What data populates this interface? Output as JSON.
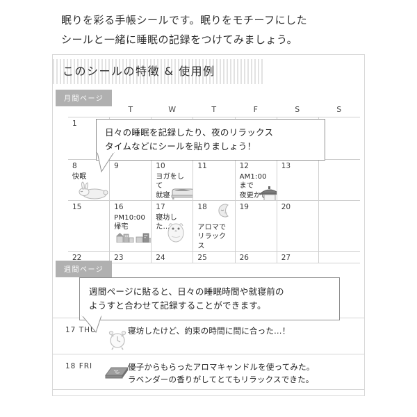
{
  "intro": {
    "line1": "眠りを彩る手帳シールです。眠りをモチーフにした",
    "line2": "シールと一緒に睡眠の記録をつけてみましょう。"
  },
  "panel": {
    "title": "このシールの特徴 & 使用例",
    "badges": {
      "monthly": "月間ページ",
      "weekly": "週間ページ"
    }
  },
  "calendar": {
    "weekday_headers": [
      "",
      "T",
      "W",
      "T",
      "F",
      "S",
      "S"
    ],
    "rows": [
      {
        "days": [
          "1",
          "",
          "",
          "",
          "",
          "",
          ""
        ]
      },
      {
        "days": [
          "8",
          "9",
          "10",
          "11",
          "12",
          "13",
          ""
        ]
      },
      {
        "days": [
          "15",
          "16",
          "17",
          "18",
          "19",
          "20",
          ""
        ]
      },
      {
        "days": [
          "22",
          "23",
          "24",
          "25",
          "26",
          "27",
          ""
        ]
      }
    ],
    "notes": {
      "d8": "快眠",
      "d10_l1": "ヨガをして",
      "d10_l2": "就寝",
      "d12_l1": "AM1:00 まで",
      "d12_l2": "夜更かし",
      "d16_l1": "PM10:00",
      "d16_l2": "帰宅",
      "d17": "寝坊した…",
      "d18_l1": "アロマで",
      "d18_l2": "リラックス"
    },
    "stickers": {
      "rabbit": "sleeping-rabbit-sticker",
      "bed": "bed-sticker",
      "lamp": "lantern-sticker",
      "buildings": "cityscape-sticker",
      "owl": "owl-sticker",
      "moon": "sleeping-moon-sticker"
    }
  },
  "bubbles": {
    "monthly_l1": "日々の睡眠を記録したり、夜のリラックス",
    "monthly_l2": "タイムなどにシールを貼りましょう！",
    "weekly_l1": "週間ページに貼ると、日々の睡眠時間や就寝前の",
    "weekly_l2": "ようすと合わせて記録することができます。"
  },
  "weekly": {
    "rows": [
      {
        "date": "17 THU",
        "sticker": "alarm-clock-sticker",
        "line1": "寝坊したけど、約束の時間に間に合った…！",
        "line2": ""
      },
      {
        "date": "18 FRI",
        "sticker": "aroma-candle-sticker",
        "line1": "優子からもらったアロマキャンドルを使ってみた。",
        "line2": "ラベンダーの香りがしてとてもリラックスできた。"
      }
    ]
  },
  "colors": {
    "badge_bg": "#b0b0b0",
    "grid_line": "#cfcfcf",
    "frame": "#d8d8d8",
    "bubble_border": "#8f8f8f",
    "text": "#2b2b2b"
  }
}
